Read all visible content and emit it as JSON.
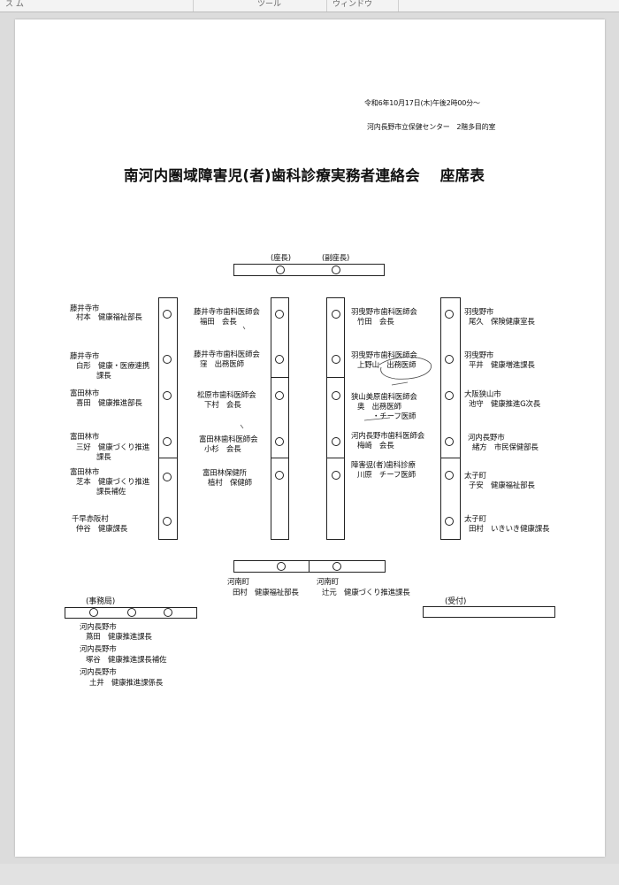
{
  "toolbar": {
    "tab1": "ス ム",
    "tab2": "ツール",
    "tab3": "ウィンドウ"
  },
  "header": {
    "datetime": "令和6年10月17日(木)午後2時00分～",
    "venue": "河内長野市立保健センター　2階多目的室"
  },
  "title": "南河内圏域障害児(者)歯科診療実務者連絡会　 座席表",
  "top_table": {
    "chair_label": "(座長)",
    "vice_chair_label": "(副座長)"
  },
  "col1": {
    "s1_org": "藤井寺市",
    "s1_name": "村本　健康福祉部長",
    "s2_org": "藤井寺市",
    "s2_name1": "白形　健康・医療連携",
    "s2_name2": "課長",
    "s3_org": "富田林市",
    "s3_name": "喜田　健康推進部長",
    "s4_org": "富田林市",
    "s4_name1": "三好　健康づくり推進",
    "s4_name2": "課長",
    "s5_org": "富田林市",
    "s5_name1": "芝本　健康づくり推進",
    "s5_name2": "課長補佐",
    "s6_org": "千早赤阪村",
    "s6_name": "仲谷　健康課長"
  },
  "col2": {
    "s1_org": "藤井寺市歯科医師会",
    "s1_name": "福田　会長",
    "s2_org": "藤井寺市歯科医師会",
    "s2_name": "窪　出務医師",
    "s3_org": "松原市歯科医師会",
    "s3_name": "下村　会長",
    "s4_org": "富田林歯科医師会",
    "s4_name": "小杉　会長",
    "s5_org": "富田林保健所",
    "s5_name": "植村　保健師"
  },
  "col3": {
    "s1_org": "羽曳野市歯科医師会",
    "s1_name": "竹田　会長",
    "s2_org": "羽曳野市歯科医師会",
    "s2_name": "上野山　出務医師",
    "s3_org": "狭山美原歯科医師会",
    "s3_name1": "奥　出務医師",
    "s3_name2": "・チーフ医師",
    "s4_org": "河内長野市歯科医師会",
    "s4_name": "梅崎　会長",
    "s5_org": "障害児(者)歯科診療",
    "s5_name": "川原　チーフ医師"
  },
  "col4": {
    "s1_org": "羽曳野市",
    "s1_name": "尾久　保険健康室長",
    "s2_org": "羽曳野市",
    "s2_name": "平井　健康増進課長",
    "s3_org": "大阪狭山市",
    "s3_name": "池守　健康推進G次長",
    "s4_org": "河内長野市",
    "s4_name": "緒方　市民保健部長",
    "s5_org": "太子町",
    "s5_name": "子安　健康福祉部長",
    "s6_org": "太子町",
    "s6_name": "田村　いきいき健康課長"
  },
  "bottom_table": {
    "left_org": "河南町",
    "left_name": "田村　健康福祉部長",
    "right_org": "河南町",
    "right_name": "辻元　健康づくり推進課長"
  },
  "secretariat": {
    "label": "(事務局)",
    "m1_org": "河内長野市",
    "m1_name": "蔦田　健康推進課長",
    "m2_org": "河内長野市",
    "m2_name": "塚谷　健康推進課長補佐",
    "m3_org": "河内長野市",
    "m3_name": "土井　健康推進課係長"
  },
  "reception": {
    "label": "(受付)"
  }
}
